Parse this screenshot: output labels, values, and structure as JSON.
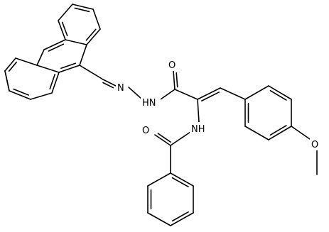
{
  "molecule": {
    "atom_labels": {
      "O_amide": "O",
      "HN_hydrazide": "HN",
      "N_imine": "N",
      "NH_amide": "NH",
      "O_benzoyl": "O",
      "O_methoxy": "O"
    }
  }
}
